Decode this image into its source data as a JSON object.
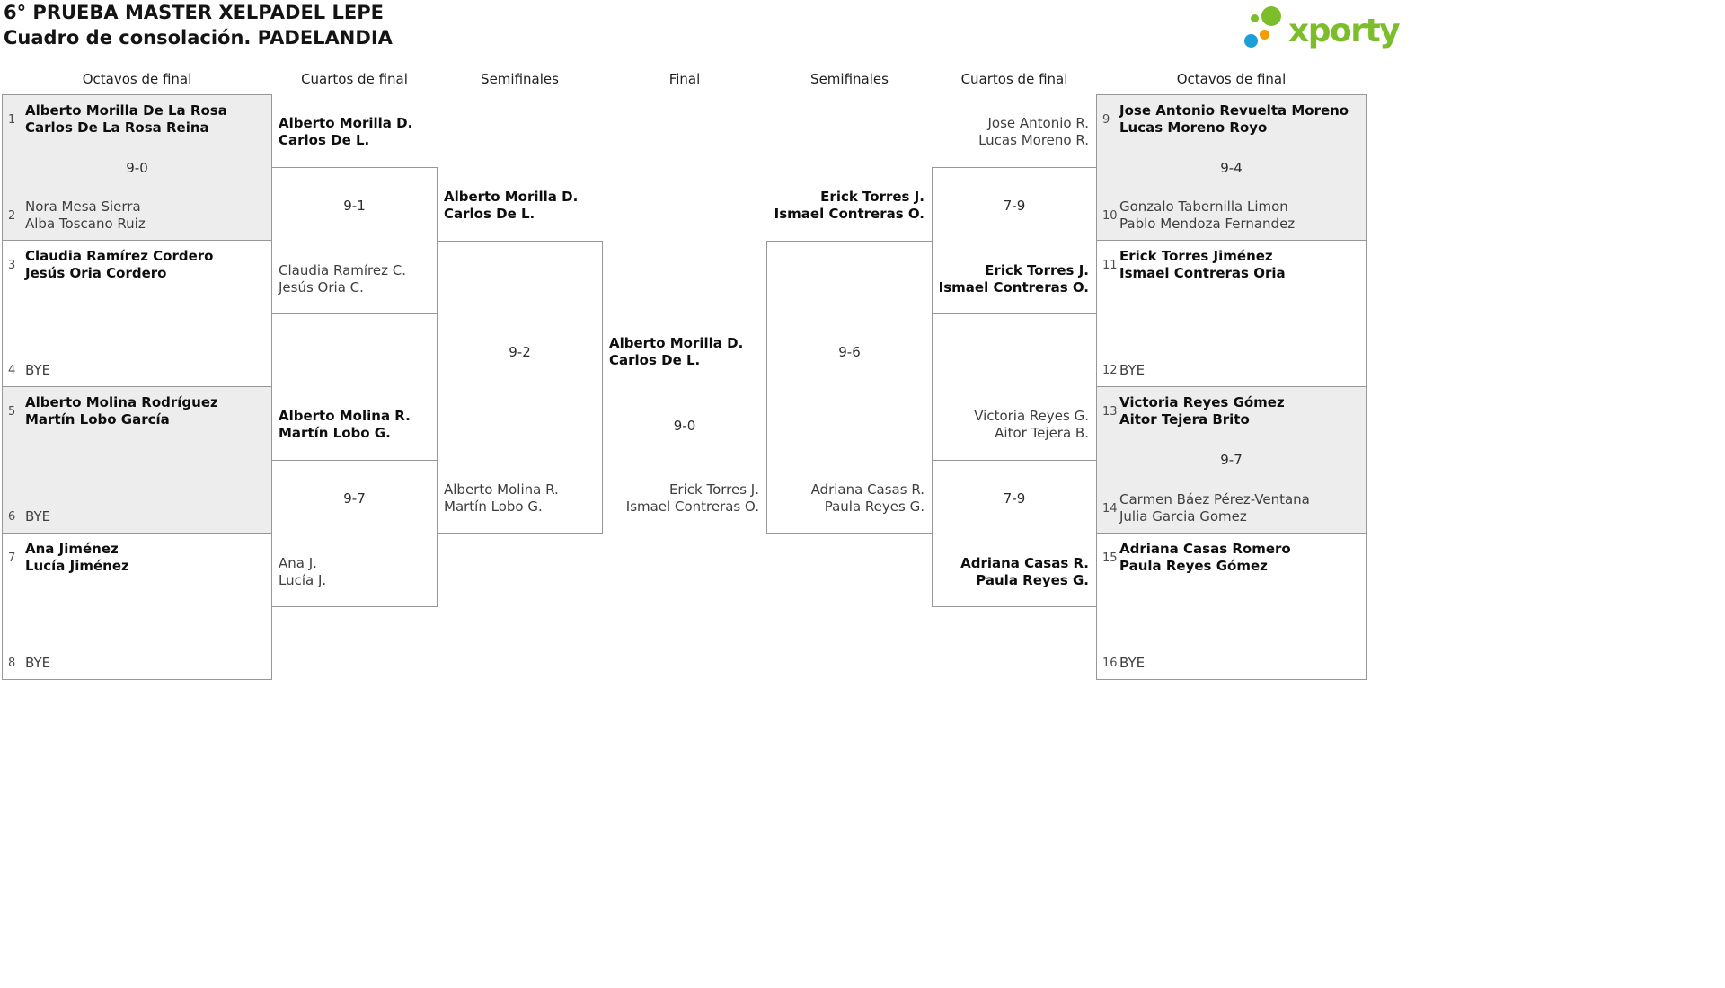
{
  "header": {
    "title": "6° PRUEBA MASTER XELPADEL LEPE",
    "subtitle": "Cuadro de consolación. PADELANDIA",
    "logo_text": "xporty"
  },
  "brand_colors": {
    "logo_green": "#7cbe29",
    "logo_blue": "#1d9ed9",
    "logo_orange": "#f59c00",
    "shaded_match_bg": "#ededed",
    "bracket_border": "#979797"
  },
  "columns": [
    "Octavos de final",
    "Cuartos de final",
    "Semifinales",
    "Final",
    "Semifinales",
    "Cuartos de final",
    "Octavos de final"
  ],
  "r16_left": [
    {
      "shaded": true,
      "score": "9-0",
      "top": {
        "seed": "1",
        "line1": "Alberto Morilla De La Rosa",
        "line2": "Carlos De La Rosa Reina",
        "winner": true
      },
      "bottom": {
        "seed": "2",
        "line1": "Nora Mesa Sierra",
        "line2": "Alba Toscano Ruiz",
        "winner": false
      }
    },
    {
      "shaded": false,
      "top": {
        "seed": "3",
        "line1": "Claudia Ramírez Cordero",
        "line2": "Jesús Oria Cordero",
        "winner": true
      },
      "bottom": {
        "seed": "4",
        "line1": "BYE",
        "line2": "",
        "winner": false
      }
    },
    {
      "shaded": true,
      "top": {
        "seed": "5",
        "line1": "Alberto Molina Rodríguez",
        "line2": "Martín Lobo García",
        "winner": true
      },
      "bottom": {
        "seed": "6",
        "line1": "BYE",
        "line2": "",
        "winner": false
      }
    },
    {
      "shaded": false,
      "top": {
        "seed": "7",
        "line1": "Ana Jiménez",
        "line2": "Lucía Jiménez",
        "winner": true
      },
      "bottom": {
        "seed": "8",
        "line1": "BYE",
        "line2": "",
        "winner": false
      }
    }
  ],
  "qf_left": [
    {
      "score": "9-1",
      "top": {
        "line1": "Alberto Morilla D.",
        "line2": "Carlos De L.",
        "winner": true
      },
      "bottom": {
        "line1": "Claudia Ramírez C.",
        "line2": "Jesús Oria C.",
        "winner": false
      }
    },
    {
      "score": "9-7",
      "top": {
        "line1": "Alberto Molina R.",
        "line2": "Martín Lobo G.",
        "winner": true
      },
      "bottom": {
        "line1": "Ana J.",
        "line2": "Lucía J.",
        "winner": false
      }
    }
  ],
  "sf_left": {
    "score": "9-2",
    "top": {
      "line1": "Alberto Morilla D.",
      "line2": "Carlos De L.",
      "winner": true
    },
    "bottom": {
      "line1": "Alberto Molina R.",
      "line2": "Martín Lobo G.",
      "winner": false
    }
  },
  "final": {
    "score": "9-0",
    "left": {
      "line1": "Alberto Morilla D.",
      "line2": "Carlos De L.",
      "winner": true
    },
    "right": {
      "line1": "Erick Torres J.",
      "line2": "Ismael Contreras O.",
      "winner": false
    }
  },
  "sf_right": {
    "score": "9-6",
    "top": {
      "line1": "Erick Torres J.",
      "line2": "Ismael Contreras O.",
      "winner": true
    },
    "bottom": {
      "line1": "Adriana Casas R.",
      "line2": "Paula Reyes G.",
      "winner": false
    }
  },
  "qf_right": [
    {
      "score": "7-9",
      "top": {
        "line1": "Jose Antonio R.",
        "line2": "Lucas Moreno R.",
        "winner": false
      },
      "bottom": {
        "line1": "Erick Torres J.",
        "line2": "Ismael Contreras O.",
        "winner": true
      }
    },
    {
      "score": "7-9",
      "top": {
        "line1": "Victoria Reyes G.",
        "line2": "Aitor Tejera B.",
        "winner": false
      },
      "bottom": {
        "line1": "Adriana Casas R.",
        "line2": "Paula Reyes G.",
        "winner": true
      }
    }
  ],
  "r16_right": [
    {
      "shaded": true,
      "score": "9-4",
      "top": {
        "seed": "9",
        "line1": "Jose Antonio Revuelta Moreno",
        "line2": "Lucas Moreno Royo",
        "winner": true
      },
      "bottom": {
        "seed": "10",
        "line1": "Gonzalo Tabernilla Limon",
        "line2": "Pablo Mendoza Fernandez",
        "winner": false
      }
    },
    {
      "shaded": false,
      "top": {
        "seed": "11",
        "line1": "Erick Torres Jiménez",
        "line2": "Ismael Contreras Oria",
        "winner": true
      },
      "bottom": {
        "seed": "12",
        "line1": "BYE",
        "line2": "",
        "winner": false
      }
    },
    {
      "shaded": true,
      "score": "9-7",
      "top": {
        "seed": "13",
        "line1": "Victoria Reyes Gómez",
        "line2": "Aitor Tejera Brito",
        "winner": true
      },
      "bottom": {
        "seed": "14",
        "line1": "Carmen Báez Pérez-Ventana",
        "line2": "Julia Garcia Gomez",
        "winner": false
      }
    },
    {
      "shaded": false,
      "top": {
        "seed": "15",
        "line1": "Adriana Casas Romero",
        "line2": "Paula Reyes Gómez",
        "winner": true
      },
      "bottom": {
        "seed": "16",
        "line1": "BYE",
        "line2": "",
        "winner": false
      }
    }
  ]
}
